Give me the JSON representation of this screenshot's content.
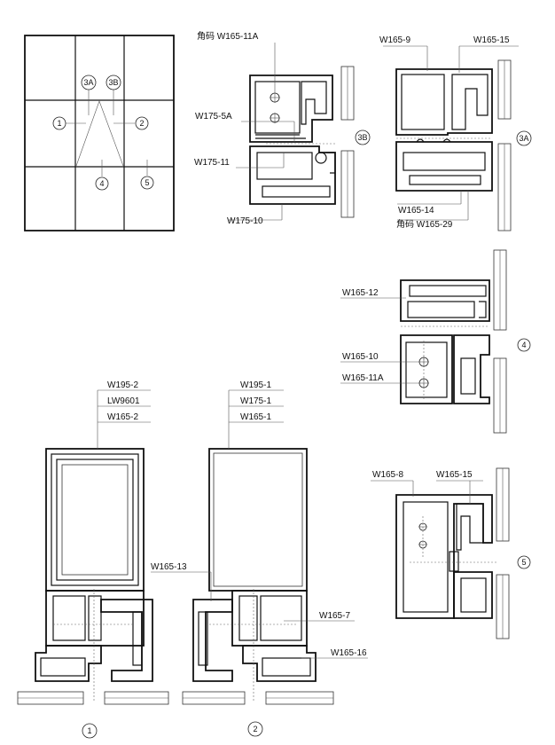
{
  "elevation": {
    "markers": [
      "1",
      "2",
      "3A",
      "3B",
      "4",
      "5"
    ]
  },
  "sections": {
    "s3b": {
      "labels": [
        "角码  W165-11A",
        "W175-5A",
        "W175-11",
        "W175-10"
      ],
      "marker": "3B"
    },
    "s3a": {
      "labels": [
        "W165-9",
        "W165-15",
        "W165-14",
        "角码  W165-29"
      ],
      "marker": "3A"
    },
    "s4": {
      "labels": [
        "W165-12",
        "W165-10",
        "W165-11A"
      ],
      "marker": "4"
    },
    "s1": {
      "labels": [
        "W195-2",
        "LW9601",
        "W165-2"
      ],
      "marker": "1"
    },
    "s2": {
      "labels": [
        "W195-1",
        "W175-1",
        "W165-1",
        "W165-13",
        "W165-7",
        "W165-16"
      ],
      "marker": "2"
    },
    "s5": {
      "labels": [
        "W165-8",
        "W165-15"
      ],
      "marker": "5"
    }
  }
}
